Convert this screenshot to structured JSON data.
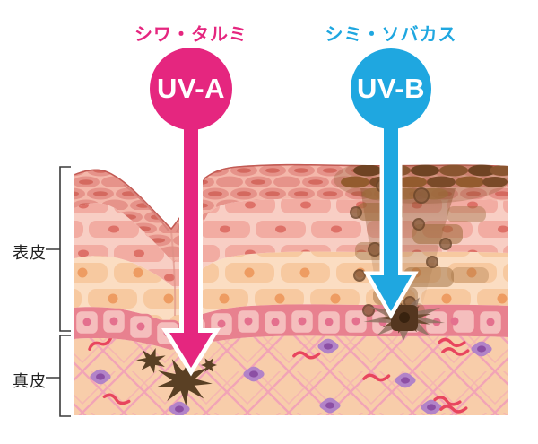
{
  "uva": {
    "category_label": "シワ・タルミ",
    "ray_label": "UV-A",
    "color": "#E5267F"
  },
  "uvb": {
    "category_label": "シミ・ソバカス",
    "ray_label": "UV-B",
    "color": "#1FA7E0"
  },
  "layers": {
    "epidermis": "表皮",
    "dermis": "真皮"
  }
}
